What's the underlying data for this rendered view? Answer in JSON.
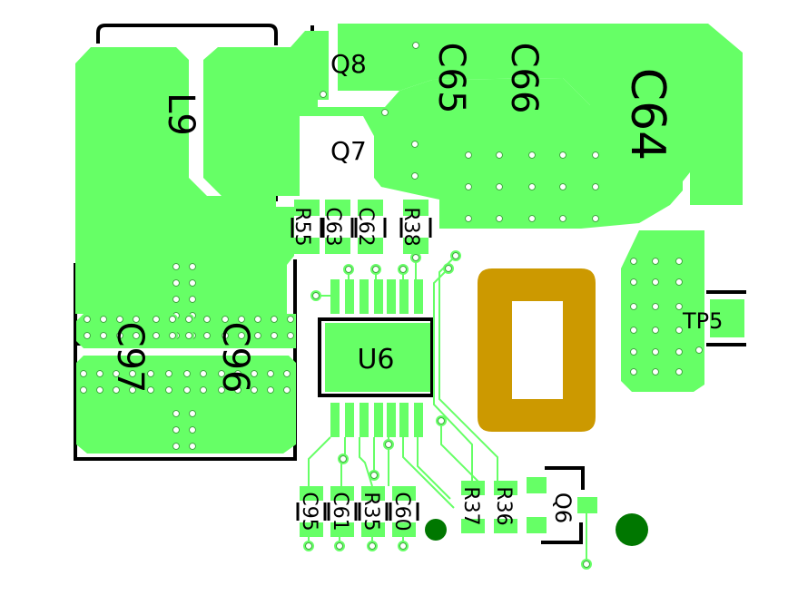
{
  "colors": {
    "background": "#ffffff",
    "copper": "#66ff66",
    "trace": "#66ff66",
    "silkscreen": "#000000",
    "via_ring": "#66ff66",
    "via_hole": "#ffffff",
    "gold_pad": "#cc9900",
    "dark_pad": "#007700"
  },
  "labels": {
    "L9": "L9",
    "Q8": "Q8",
    "Q7": "Q7",
    "C65": "C65",
    "C66": "C66",
    "C64": "C64",
    "R55": "R55",
    "C63": "C63",
    "C62": "C62",
    "R38": "R38",
    "U6": "U6",
    "TP5": "TP5",
    "C97": "C97",
    "C96": "C96",
    "C95": "C95",
    "C61": "C61",
    "R35": "R35",
    "C60": "C60",
    "R37": "R37",
    "R36": "R36",
    "Q6": "Q6"
  }
}
